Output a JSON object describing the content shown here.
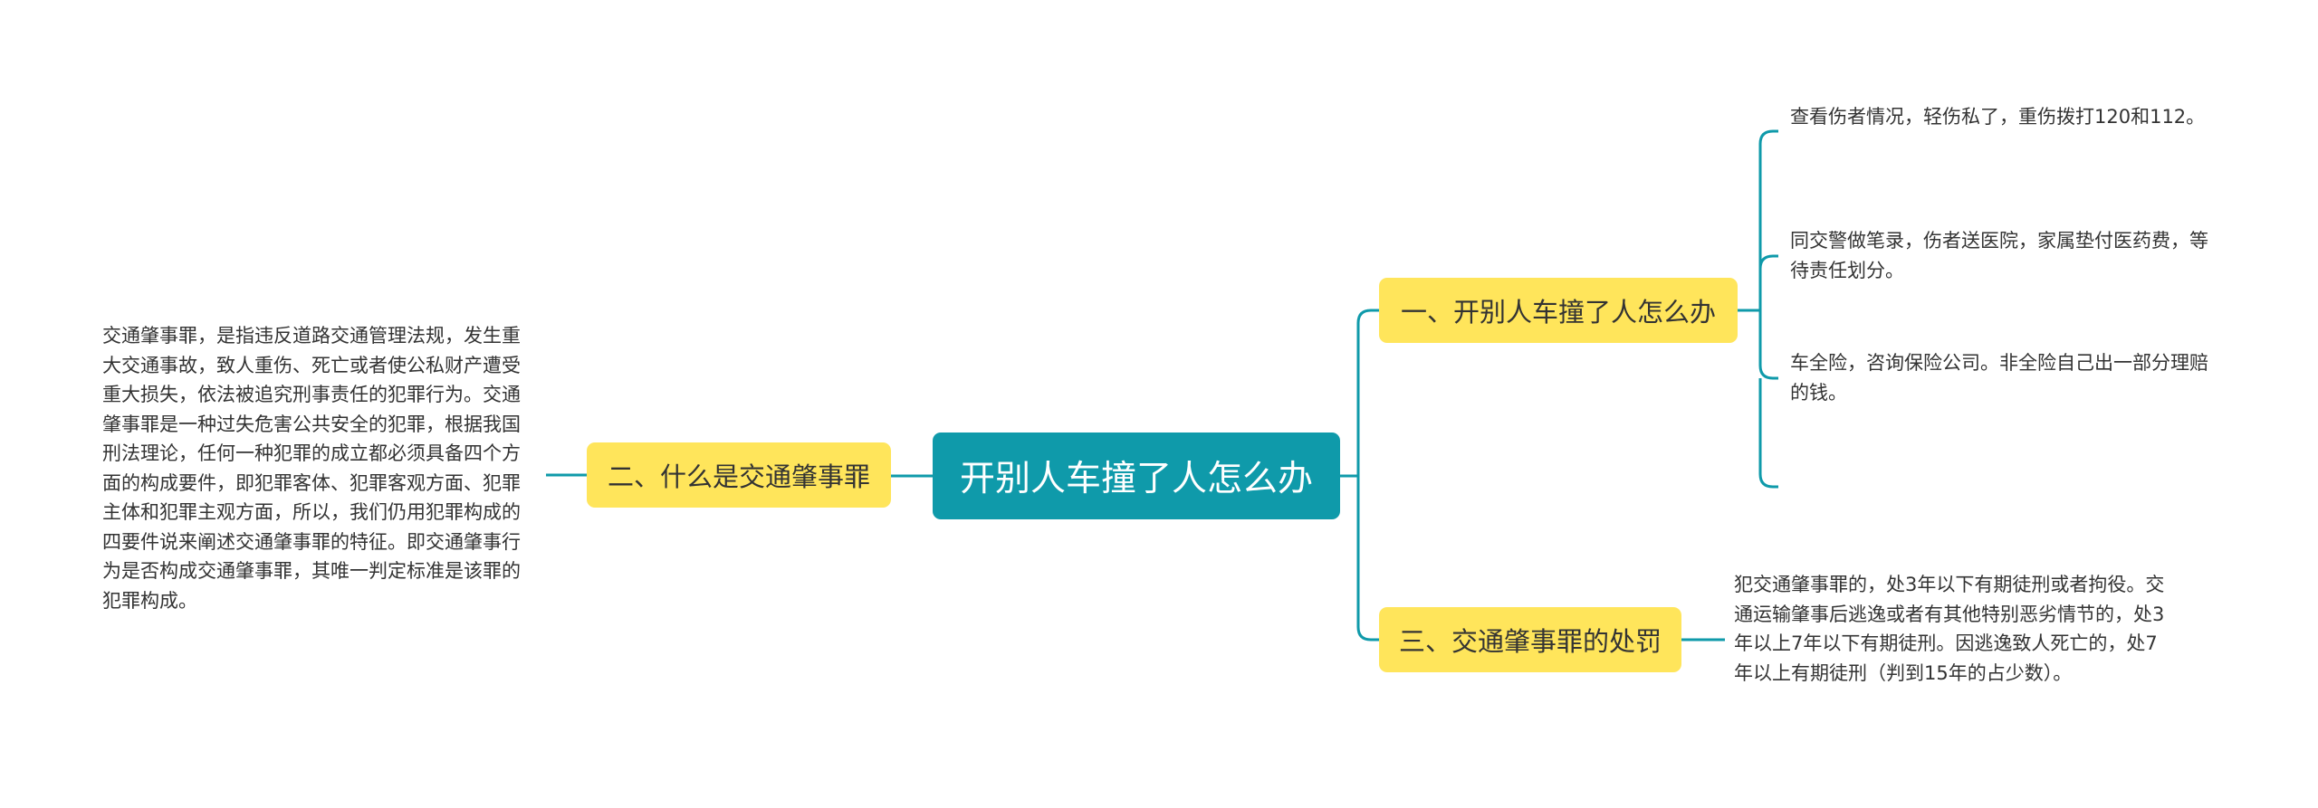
{
  "root": {
    "label": "开别人车撞了人怎么办"
  },
  "branches": [
    {
      "label": "一、开别人车撞了人怎么办"
    },
    {
      "label": "二、什么是交通肇事罪"
    },
    {
      "label": "三、交通肇事罪的处罚"
    }
  ],
  "leaves": {
    "b1": [
      "查看伤者情况，轻伤私了，重伤拨打120和112。",
      "同交警做笔录，伤者送医院，家属垫付医药费，等待责任划分。",
      "车全险，咨询保险公司。非全险自己出一部分理赔的钱。"
    ],
    "b2": "交通肇事罪，是指违反道路交通管理法规，发生重大交通事故，致人重伤、死亡或者使公私财产遭受重大损失，依法被追究刑事责任的犯罪行为。交通肇事罪是一种过失危害公共安全的犯罪，根据我国刑法理论，任何一种犯罪的成立都必须具备四个方面的构成要件，即犯罪客体、犯罪客观方面、犯罪主体和犯罪主观方面，所以，我们仍用犯罪构成的四要件说来阐述交通肇事罪的特征。即交通肇事行为是否构成交通肇事罪，其唯一判定标准是该罪的犯罪构成。",
    "b3": "犯交通肇事罪的，处3年以下有期徒刑或者拘役。交通运输肇事后逃逸或者有其他特别恶劣情节的，处3年以上7年以下有期徒刑。因逃逸致人死亡的，处7年以上有期徒刑（判到15年的占少数）。"
  },
  "colors": {
    "root_fill": "#0f9aaa",
    "branch_fill": "#ffe55b",
    "connector": "#0f9aaa",
    "text": "#333333"
  }
}
